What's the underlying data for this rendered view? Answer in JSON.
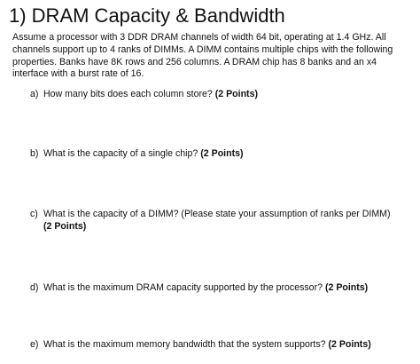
{
  "document": {
    "title": "1) DRAM Capacity & Bandwidth",
    "intro_lines": [
      "Assume a processor with 3 DDR DRAM channels of width 64 bit, operating at 1.4 GHz. All",
      "channels support up to 4 ranks of DIMMs. A DIMM contains multiple chips with the following",
      "properties. Banks have 8K rows and 256 columns. A DRAM chip has 8 banks and an x4",
      "interface with a burst rate of 16."
    ],
    "questions": [
      {
        "label": "a)",
        "text": "How many bits does each column store?",
        "points": "(2 Points)"
      },
      {
        "label": "b)",
        "text": "What is the capacity of a single chip?",
        "points": "(2 Points)"
      },
      {
        "label": "c)",
        "text": "What is the capacity of a DIMM? (Please state your assumption of ranks per DIMM)",
        "points": "(2 Points)"
      },
      {
        "label": "d)",
        "text": "What is the maximum DRAM capacity supported by the processor?",
        "points": "(2 Points)"
      },
      {
        "label": "e)",
        "text": "What is the maximum memory bandwidth that the system supports?",
        "points": "(2 Points)"
      }
    ]
  }
}
